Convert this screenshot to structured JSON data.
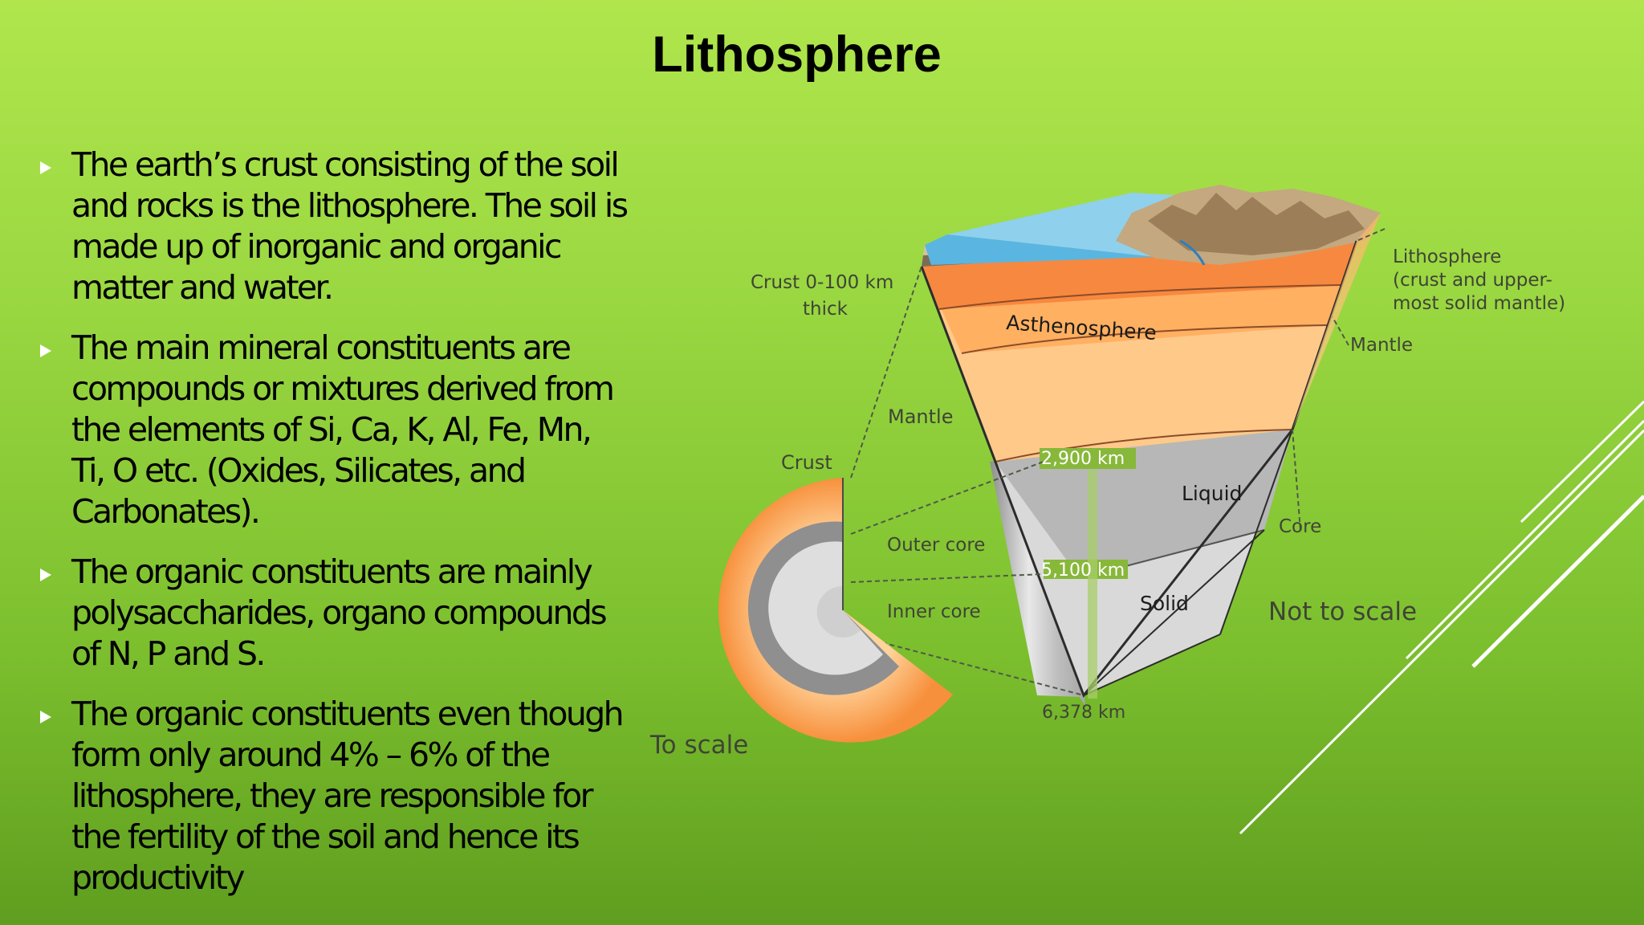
{
  "slide": {
    "title": "Lithosphere"
  },
  "bullets": [
    {
      "text": "The earth’s crust consisting of the soil\nand rocks is the lithosphere. The soil is\nmade up of inorganic and organic\nmatter and water."
    },
    {
      "text": " The main mineral constituents are\ncompounds or mixtures derived from\nthe elements of Si, Ca, K, Al, Fe, Mn,\nTi, O etc. (Oxides, Silicates, and\nCarbonates)."
    },
    {
      "text": "The organic constituents are mainly\npolysaccharides, organo compounds\nof N, P and S."
    },
    {
      "text": " The organic constituents even though\nform only around 4% – 6% of the\nlithosphere, they are responsible for\nthe fertility of the soil and hence its\nproductivity"
    }
  ],
  "diagram": {
    "crust_thickness_line1": "Crust 0-100 km",
    "crust_thickness_line2": "thick",
    "lithosphere_line1": "Lithosphere",
    "lithosphere_line2": "(crust and upper-",
    "lithosphere_line3": "most solid mantle)",
    "asthenosphere": "Asthenosphere",
    "mantle_right": "Mantle",
    "mantle_left": "Mantle",
    "crust": "Crust",
    "depth_2900": "2,900 km",
    "liquid": "Liquid",
    "core": "Core",
    "outer_core": "Outer core",
    "depth_5100": "5,100 km",
    "inner_core": "Inner core",
    "solid": "Solid",
    "not_to_scale": "Not to scale",
    "to_scale": "To scale",
    "depth_6378": "6,378 km"
  }
}
